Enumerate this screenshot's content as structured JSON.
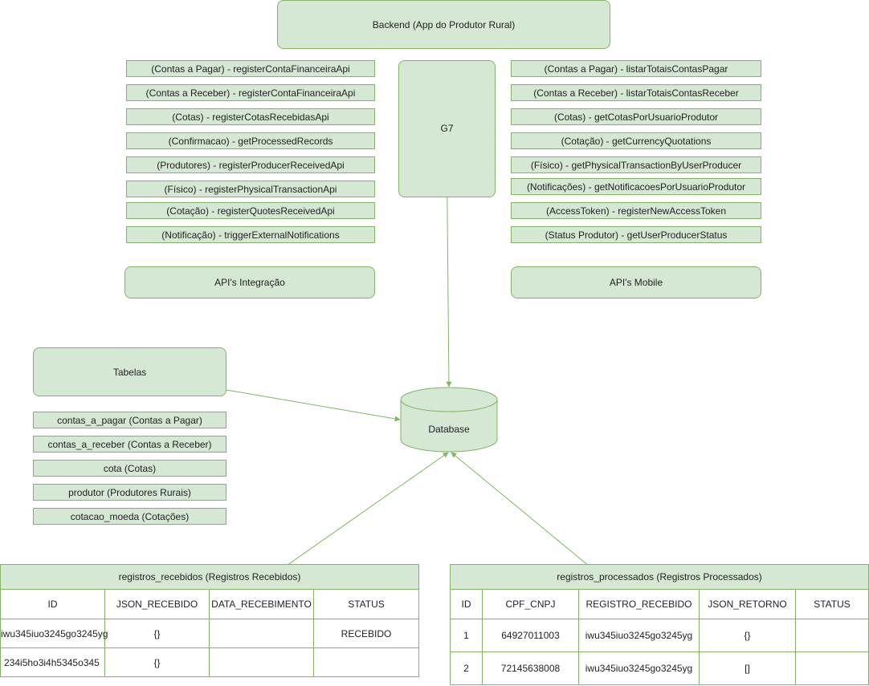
{
  "backend": {
    "title": "Backend (App do Produtor Rural)"
  },
  "g7": {
    "label": "G7"
  },
  "integration_apis": {
    "title": "API's Integração",
    "items": [
      "(Contas a Pagar) - registerContaFinanceiraApi",
      "(Contas a Receber) - registerContaFinanceiraApi",
      "(Cotas) - registerCotasRecebidasApi",
      "(Confirmacao) - getProcessedRecords",
      "(Produtores) - registerProducerReceivedApi",
      "(Físico) - registerPhysicalTransactionApi",
      "(Cotação) - registerQuotesReceivedApi",
      "(Notificação) - triggerExternalNotifications"
    ]
  },
  "mobile_apis": {
    "title": "API's Mobile",
    "items": [
      "(Contas a Pagar) - listarTotaisContasPagar",
      "(Contas a Receber) - listarTotaisContasReceber",
      "(Cotas) - getCotasPorUsuarioProdutor",
      "(Cotação) - getCurrencyQuotations",
      "(Físico) - getPhysicalTransactionByUserProducer",
      "(Notificações) - getNotificacoesPorUsuarioProdutor",
      "(AccessToken) - registerNewAccessToken",
      "(Status Produtor) - getUserProducerStatus"
    ]
  },
  "tables": {
    "title": "Tabelas",
    "items": [
      "contas_a_pagar (Contas a Pagar)",
      "contas_a_receber (Contas a Receber)",
      "cota (Cotas)",
      "produtor (Produtores Rurais)",
      "cotacao_moeda (Cotações)"
    ]
  },
  "database": {
    "label": "Database"
  },
  "registros_recebidos": {
    "title": "registros_recebidos (Registros Recebidos)",
    "headers": [
      "ID",
      "JSON_RECEBIDO",
      "DATA_RECEBIMENTO",
      "STATUS"
    ],
    "rows": [
      [
        "iwu345iuo3245go3245yg",
        "{}",
        "",
        "RECEBIDO"
      ],
      [
        "234i5ho3i4h5345o345",
        "{}",
        "",
        ""
      ]
    ]
  },
  "registros_processados": {
    "title": "registros_processados (Registros Processados)",
    "headers": [
      "ID",
      "CPF_CNPJ",
      "REGISTRO_RECEBIDO",
      "JSON_RETORNO",
      "STATUS"
    ],
    "rows": [
      [
        "1",
        "64927011003",
        "iwu345iuo3245go3245yg",
        "{}",
        ""
      ],
      [
        "2",
        "72145638008",
        "iwu345iuo3245go3245yg",
        "[]",
        ""
      ]
    ]
  },
  "colors": {
    "fill": "#d5e8d4",
    "stroke": "#82b366"
  }
}
